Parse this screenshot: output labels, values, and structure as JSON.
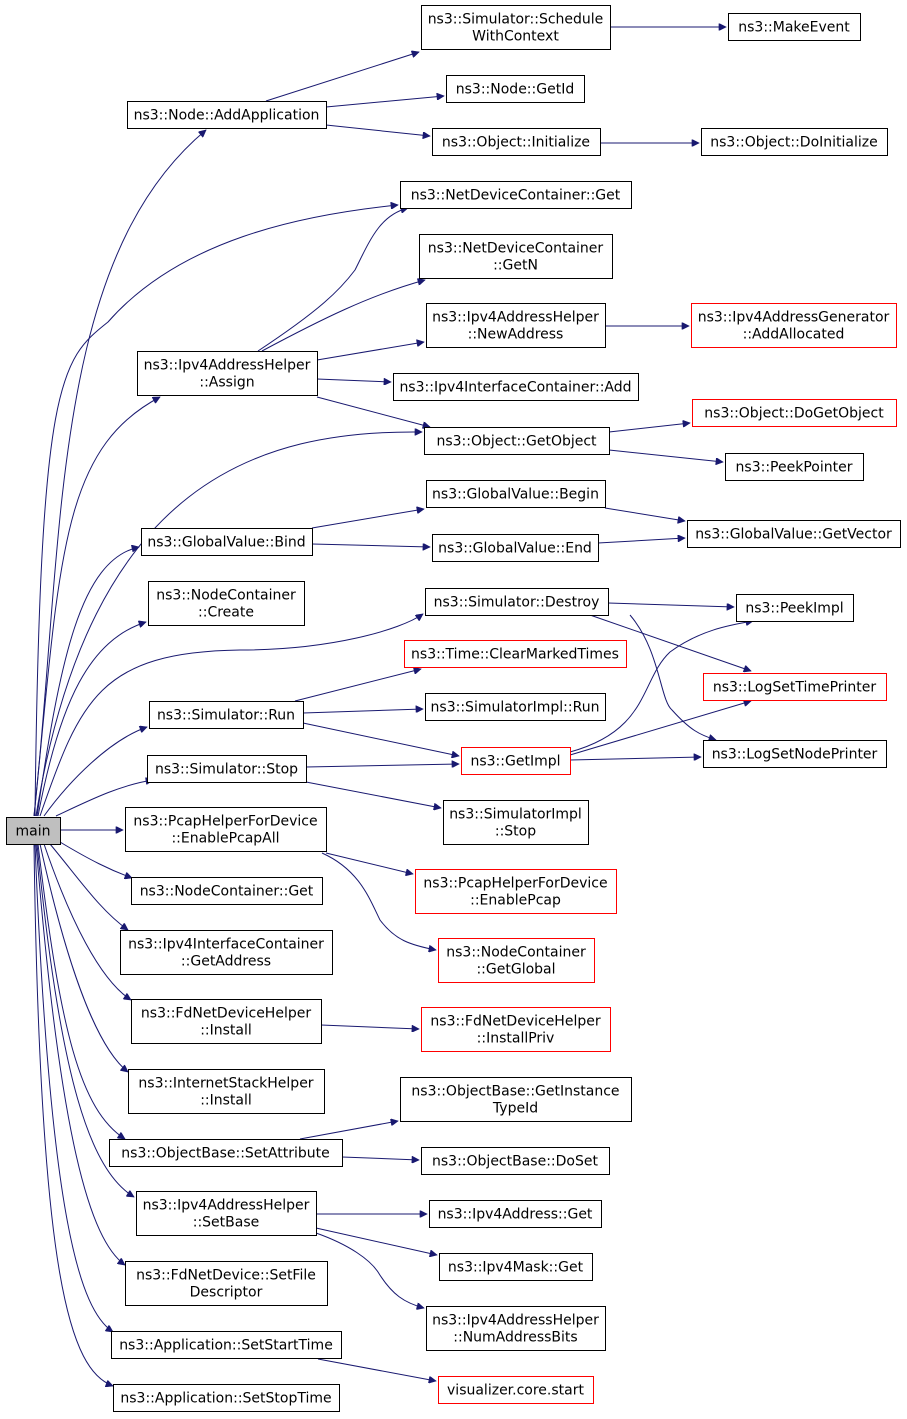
{
  "colors": {
    "edge": "#191970",
    "node_border": "#000000",
    "node_border_incomplete": "#ff0000",
    "root_fill": "#bfbfbf",
    "background": "#ffffff"
  },
  "nodes": {
    "main": {
      "lines": [
        "main"
      ]
    },
    "addApplication": {
      "lines": [
        "ns3::Node::AddApplication"
      ]
    },
    "scheduleWithContext": {
      "lines": [
        "ns3::Simulator::Schedule",
        "WithContext"
      ]
    },
    "makeEvent": {
      "lines": [
        "ns3::MakeEvent"
      ]
    },
    "nodeGetId": {
      "lines": [
        "ns3::Node::GetId"
      ]
    },
    "objectInitialize": {
      "lines": [
        "ns3::Object::Initialize"
      ]
    },
    "objectDoInitialize": {
      "lines": [
        "ns3::Object::DoInitialize"
      ]
    },
    "ndcGet": {
      "lines": [
        "ns3::NetDeviceContainer::Get"
      ]
    },
    "ndcGetN": {
      "lines": [
        "ns3::NetDeviceContainer",
        "::GetN"
      ]
    },
    "ipv4Assign": {
      "lines": [
        "ns3::Ipv4AddressHelper",
        "::Assign"
      ]
    },
    "ipv4NewAddress": {
      "lines": [
        "ns3::Ipv4AddressHelper",
        "::NewAddress"
      ]
    },
    "ipv4AddAllocated": {
      "lines": [
        "ns3::Ipv4AddressGenerator",
        "::AddAllocated"
      ]
    },
    "ipv4IfcAdd": {
      "lines": [
        "ns3::Ipv4InterfaceContainer::Add"
      ]
    },
    "objectGetObject": {
      "lines": [
        "ns3::Object::GetObject"
      ]
    },
    "objectDoGetObject": {
      "lines": [
        "ns3::Object::DoGetObject"
      ]
    },
    "peekPointer": {
      "lines": [
        "ns3::PeekPointer"
      ]
    },
    "gvBind": {
      "lines": [
        "ns3::GlobalValue::Bind"
      ]
    },
    "gvBegin": {
      "lines": [
        "ns3::GlobalValue::Begin"
      ]
    },
    "gvEnd": {
      "lines": [
        "ns3::GlobalValue::End"
      ]
    },
    "gvGetVector": {
      "lines": [
        "ns3::GlobalValue::GetVector"
      ]
    },
    "ncCreate": {
      "lines": [
        "ns3::NodeContainer",
        "::Create"
      ]
    },
    "simDestroy": {
      "lines": [
        "ns3::Simulator::Destroy"
      ]
    },
    "peekImpl": {
      "lines": [
        "ns3::PeekImpl"
      ]
    },
    "clearMarkedTimes": {
      "lines": [
        "ns3::Time::ClearMarkedTimes"
      ]
    },
    "logSetTimePrinter": {
      "lines": [
        "ns3::LogSetTimePrinter"
      ]
    },
    "simRun": {
      "lines": [
        "ns3::Simulator::Run"
      ]
    },
    "simImplRun": {
      "lines": [
        "ns3::SimulatorImpl::Run"
      ]
    },
    "getImpl": {
      "lines": [
        "ns3::GetImpl"
      ]
    },
    "logSetNodePrinter": {
      "lines": [
        "ns3::LogSetNodePrinter"
      ]
    },
    "simStop": {
      "lines": [
        "ns3::Simulator::Stop"
      ]
    },
    "simImplStop": {
      "lines": [
        "ns3::SimulatorImpl",
        "::Stop"
      ]
    },
    "pcapEnableAll": {
      "lines": [
        "ns3::PcapHelperForDevice",
        "::EnablePcapAll"
      ]
    },
    "pcapEnable": {
      "lines": [
        "ns3::PcapHelperForDevice",
        "::EnablePcap"
      ]
    },
    "ncGet": {
      "lines": [
        "ns3::NodeContainer::Get"
      ]
    },
    "ncGetGlobal": {
      "lines": [
        "ns3::NodeContainer",
        "::GetGlobal"
      ]
    },
    "ifcGetAddress": {
      "lines": [
        "ns3::Ipv4InterfaceContainer",
        "::GetAddress"
      ]
    },
    "fdInstall": {
      "lines": [
        "ns3::FdNetDeviceHelper",
        "::Install"
      ]
    },
    "fdInstallPriv": {
      "lines": [
        "ns3::FdNetDeviceHelper",
        "::InstallPriv"
      ]
    },
    "ishInstall": {
      "lines": [
        "ns3::InternetStackHelper",
        "::Install"
      ]
    },
    "obSetAttribute": {
      "lines": [
        "ns3::ObjectBase::SetAttribute"
      ]
    },
    "obGetInstanceTypeId": {
      "lines": [
        "ns3::ObjectBase::GetInstance",
        "TypeId"
      ]
    },
    "obDoSet": {
      "lines": [
        "ns3::ObjectBase::DoSet"
      ]
    },
    "ipv4SetBase": {
      "lines": [
        "ns3::Ipv4AddressHelper",
        "::SetBase"
      ]
    },
    "ipv4AddrGet": {
      "lines": [
        "ns3::Ipv4Address::Get"
      ]
    },
    "ipv4MaskGet": {
      "lines": [
        "ns3::Ipv4Mask::Get"
      ]
    },
    "ipv4NumAddressBits": {
      "lines": [
        "ns3::Ipv4AddressHelper",
        "::NumAddressBits"
      ]
    },
    "fdSetFileDescriptor": {
      "lines": [
        "ns3::FdNetDevice::SetFile",
        "Descriptor"
      ]
    },
    "appSetStartTime": {
      "lines": [
        "ns3::Application::SetStartTime"
      ]
    },
    "visualizerStart": {
      "lines": [
        "visualizer.core.start"
      ]
    },
    "appSetStopTime": {
      "lines": [
        "ns3::Application::SetStopTime"
      ]
    }
  }
}
